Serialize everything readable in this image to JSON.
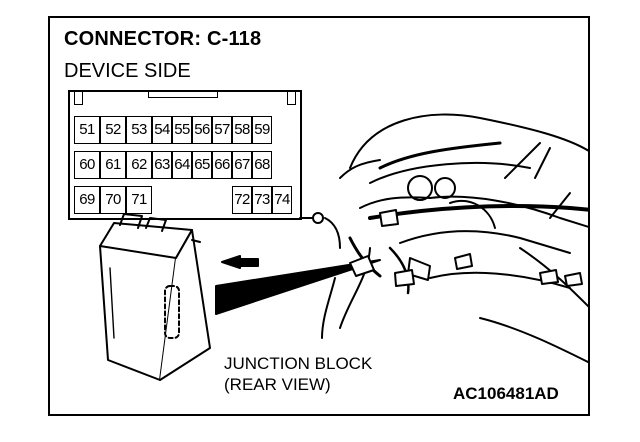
{
  "diagram": {
    "title": "CONNECTOR: C-118",
    "subtitle": "DEVICE SIDE",
    "component_label_line1": "JUNCTION BLOCK",
    "component_label_line2": "(REAR VIEW)",
    "figure_code": "AC106481AD",
    "pins": {
      "row1": [
        "51",
        "52",
        "53",
        "54",
        "55",
        "56",
        "57",
        "58",
        "59"
      ],
      "row2": [
        "60",
        "61",
        "62",
        "63",
        "64",
        "65",
        "66",
        "67",
        "68"
      ],
      "row3_left": [
        "69",
        "70",
        "71"
      ],
      "row3_right": [
        "72",
        "73",
        "74"
      ]
    }
  }
}
